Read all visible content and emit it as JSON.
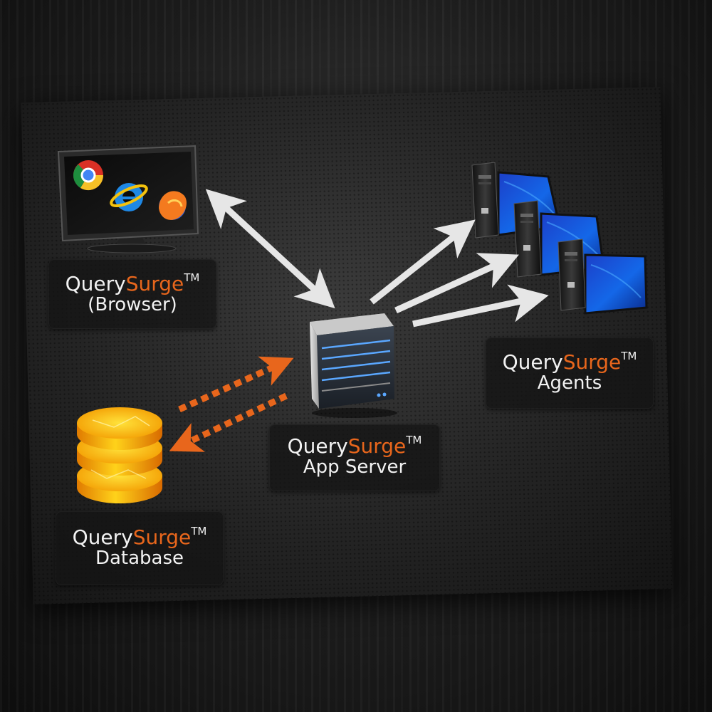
{
  "colors": {
    "accent": "#e8661c",
    "text": "#f2f2f2",
    "arrow_solid": "#e6e6e6",
    "arrow_dotted": "#e8661c"
  },
  "nodes": {
    "browser": {
      "brand_a": "Query",
      "brand_b": "Surge",
      "tm": "TM",
      "role": "(Browser)"
    },
    "app_server": {
      "brand_a": "Query",
      "brand_b": "Surge",
      "tm": "TM",
      "role": "App Server"
    },
    "agents": {
      "brand_a": "Query",
      "brand_b": "Surge",
      "tm": "TM",
      "role": "Agents"
    },
    "database": {
      "brand_a": "Query",
      "brand_b": "Surge",
      "tm": "TM",
      "role": "Database"
    }
  },
  "icons": [
    "monitor-icon",
    "chrome-icon",
    "internet-explorer-icon",
    "firefox-icon",
    "server-icon",
    "desktop-computer-icon",
    "database-icon"
  ],
  "edges": [
    {
      "from": "browser",
      "to": "app_server",
      "style": "solid",
      "direction": "bidirectional"
    },
    {
      "from": "app_server",
      "to": "agents",
      "style": "solid",
      "direction": "forward",
      "count": 3
    },
    {
      "from": "app_server",
      "to": "database",
      "style": "dotted",
      "direction": "bidirectional"
    }
  ]
}
